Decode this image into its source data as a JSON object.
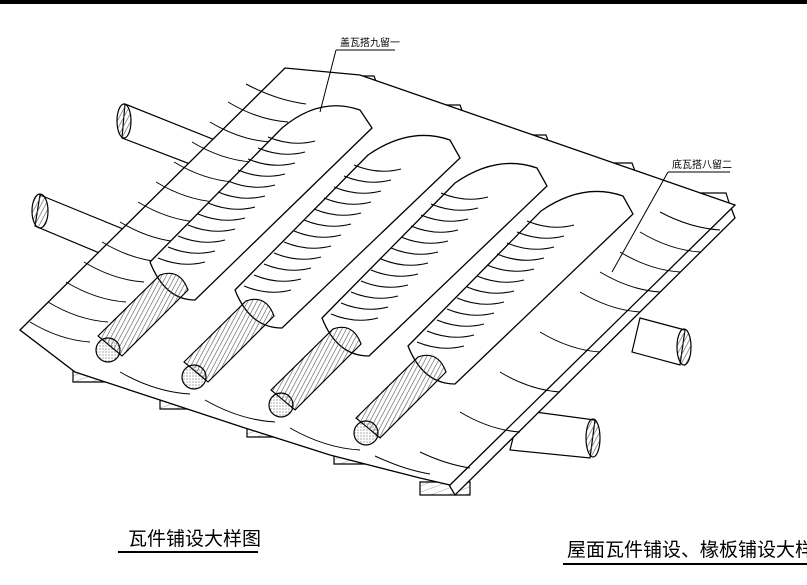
{
  "labels": {
    "cover_tile": "盖瓦搭九留一",
    "bottom_tile": "底瓦搭八留二"
  },
  "captions": {
    "detail": "瓦件铺设大样图",
    "roof": "屋面瓦件铺设、椽板铺设大样图"
  },
  "colors": {
    "line": "#000000",
    "paper": "#ffffff",
    "rod_hatch": "#555555",
    "wood_grain": "#777777"
  }
}
